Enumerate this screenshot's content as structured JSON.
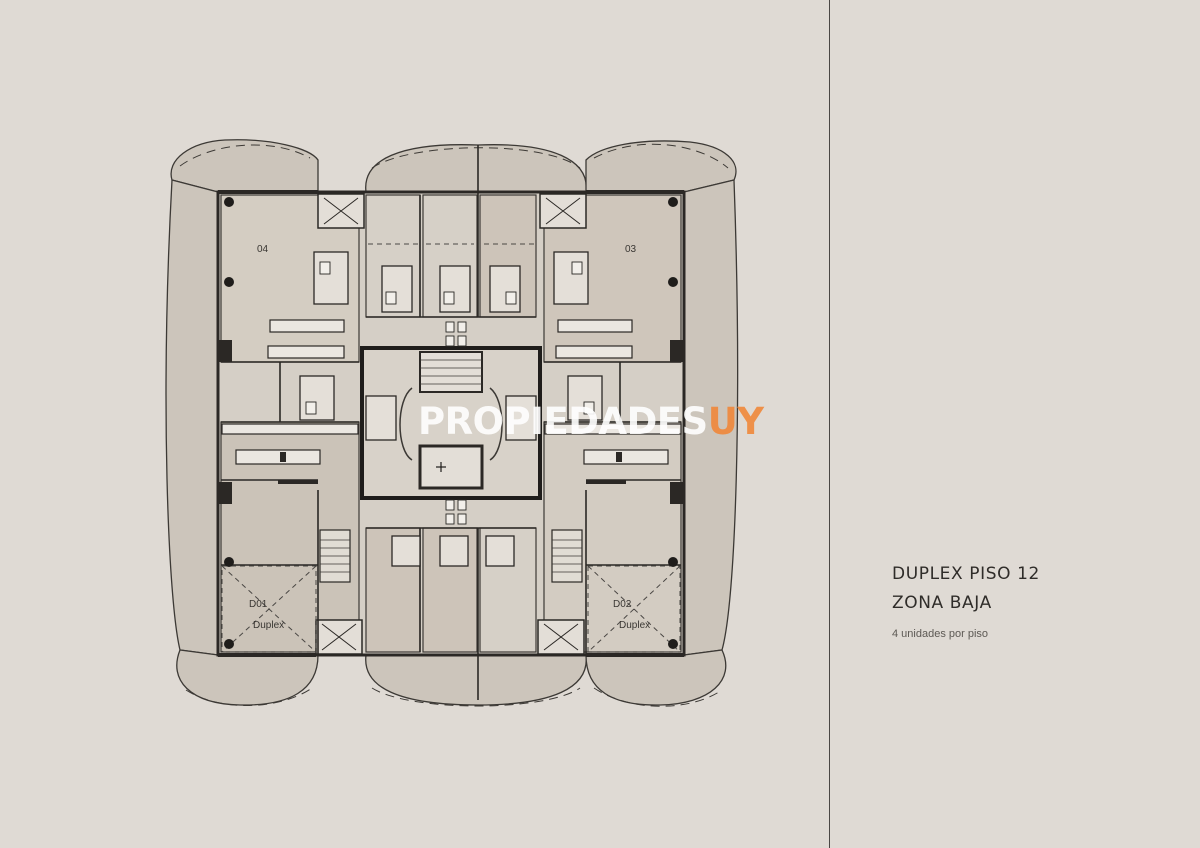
{
  "floor_plan": {
    "units": {
      "unit_04": "04",
      "unit_03": "03",
      "unit_d01": "D01",
      "unit_d02": "D02",
      "duplex_left": "Duplex",
      "duplex_right": "Duplex"
    }
  },
  "watermark": {
    "main": "PROPIEDADES",
    "accent": "UY",
    "accent_color": "#f0883a"
  },
  "info": {
    "title_line1": "DUPLEX PISO 12",
    "title_line2": "ZONA BAJA",
    "subtitle": "4 unidades por piso"
  }
}
